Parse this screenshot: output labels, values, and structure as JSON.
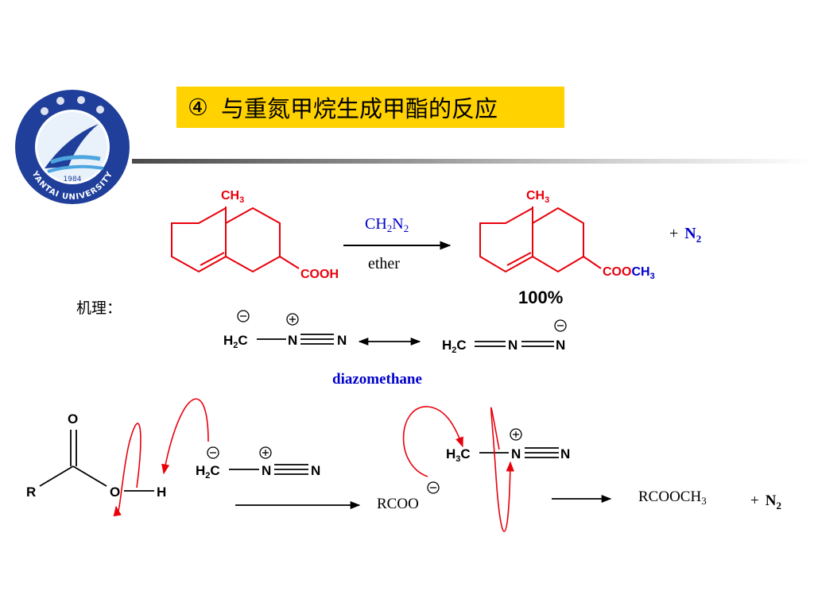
{
  "title": {
    "marker": "④",
    "text": "与重氮甲烷生成甲酯的反应"
  },
  "logo": {
    "name": "YANTAI UNIVERSITY",
    "year": "1984",
    "icon": "university-seal"
  },
  "reaction": {
    "reactant_methyl": "CH",
    "reactant_methyl_sub": "3",
    "reactant_acid": "COOH",
    "reagent_top": "CH",
    "reagent_top_sub1": "2",
    "reagent_top_n": "N",
    "reagent_top_sub2": "2",
    "reagent_bottom": "ether",
    "product_methyl": "CH",
    "product_methyl_sub": "3",
    "product_ester_red": "COO",
    "product_ester_blue": "CH",
    "product_ester_sub": "3",
    "byproduct_plus": "+",
    "byproduct": "N",
    "byproduct_sub": "2",
    "yield": "100%"
  },
  "mechanism": {
    "label": "机理：",
    "resonance_left_h": "H",
    "resonance_left_sub": "2",
    "resonance_left_c": "C",
    "resonance_left_n1": "N",
    "resonance_left_n2": "N",
    "resonance_right_h": "H",
    "resonance_right_sub": "2",
    "resonance_right_c": "C",
    "resonance_right_n1": "N",
    "resonance_right_n2": "N",
    "name": "diazomethane",
    "acid_o": "O",
    "acid_r": "R",
    "acid_oh_o": "O",
    "acid_h": "H",
    "step_h": "H",
    "step_sub": "2",
    "step_c": "C",
    "step_n1": "N",
    "step_n2": "N",
    "carboxylate": "RCOO",
    "methyl_h": "H",
    "methyl_sub": "3",
    "methyl_c": "C",
    "methyl_n1": "N",
    "methyl_n2": "N",
    "final_product": "RCOOCH",
    "final_sub": "3",
    "final_plus": "+",
    "final_n": "N",
    "final_n_sub": "2",
    "minus": "−",
    "plus": "+"
  },
  "colors": {
    "red": "#e8000b",
    "blue": "#0000cc",
    "black": "#000000",
    "title_bg": "#ffd200",
    "seal_blue": "#1f3f9a"
  }
}
